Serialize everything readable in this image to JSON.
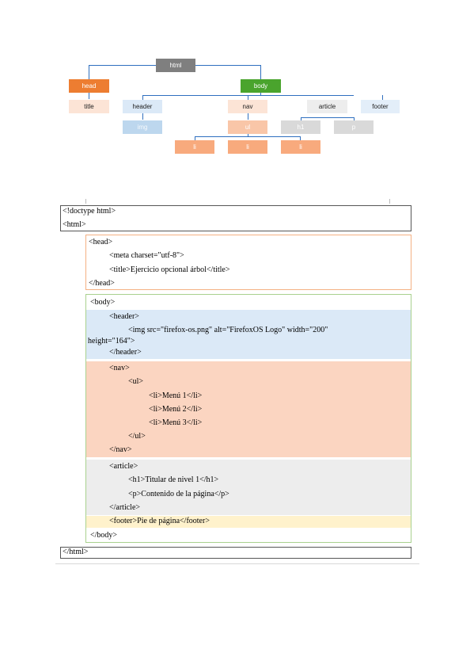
{
  "colors": {
    "html_node": "#7f7f7f",
    "head_node": "#ed7d31",
    "body_node": "#4aa42d",
    "head_children": "#fce4d6",
    "header_group": "#dbe9f7",
    "header_child": "#bdd7ee",
    "nav_group": "#fbd5c1",
    "nav_ul": "#f9c6a8",
    "nav_li": "#f8aa7d",
    "article_group": "#ededed",
    "article_child": "#d9d9d9",
    "footer_group": "#fff2cc",
    "connector": "#2f6fbf",
    "head_border": "#f4b183",
    "body_border": "#a9d18e"
  },
  "tree": {
    "html": "html",
    "head": "head",
    "body": "body",
    "title": "title",
    "header": "header",
    "img": "img",
    "nav": "nav",
    "ul": "ul",
    "li": [
      "li",
      "li",
      "li"
    ],
    "article": "article",
    "h1": "h1",
    "p": "p",
    "footer": "footer"
  },
  "code": {
    "doctype": "<!doctype html>",
    "html_open": "<html>",
    "head_open": "<head>",
    "meta": "<meta charset=\"utf-8\">",
    "title": "<title>Ejercicio opcional árbol</title>",
    "head_close": "</head>",
    "body_open": "<body>",
    "header_open": "<header>",
    "img_line1": "<img src=\"firefox-os.png\" alt=\"FirefoxOS Logo\" width=\"200\"",
    "img_line2": "height=\"164\">",
    "header_close": "</header>",
    "nav_open": "<nav>",
    "ul_open": "<ul>",
    "li_1": "<li>Menú 1</li>",
    "li_2": "<li>Menú 2</li>",
    "li_3": "<li>Menú 3</li>",
    "ul_close": "</ul>",
    "nav_close": "</nav>",
    "article_open": "<article>",
    "h1": "<h1>Titular de nivel 1</h1>",
    "p": "<p>Contenido de la página</p>",
    "article_close": "</article>",
    "footer": "<footer>Pie de página</footer>",
    "body_close": "</body>",
    "html_close": "</html>"
  }
}
